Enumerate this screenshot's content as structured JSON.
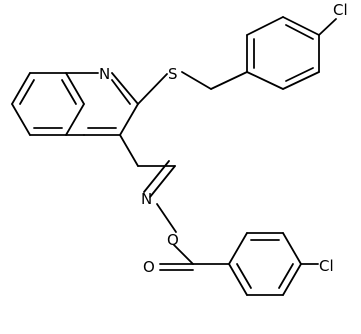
{
  "structure": {
    "atoms": {
      "ring_nitrogen": "N",
      "sulfur": "S",
      "chlorine_top": "Cl",
      "imine_nitrogen": "N",
      "ester_oxygen": "O",
      "carbonyl_oxygen": "O",
      "chlorine_bottom": "Cl"
    }
  }
}
